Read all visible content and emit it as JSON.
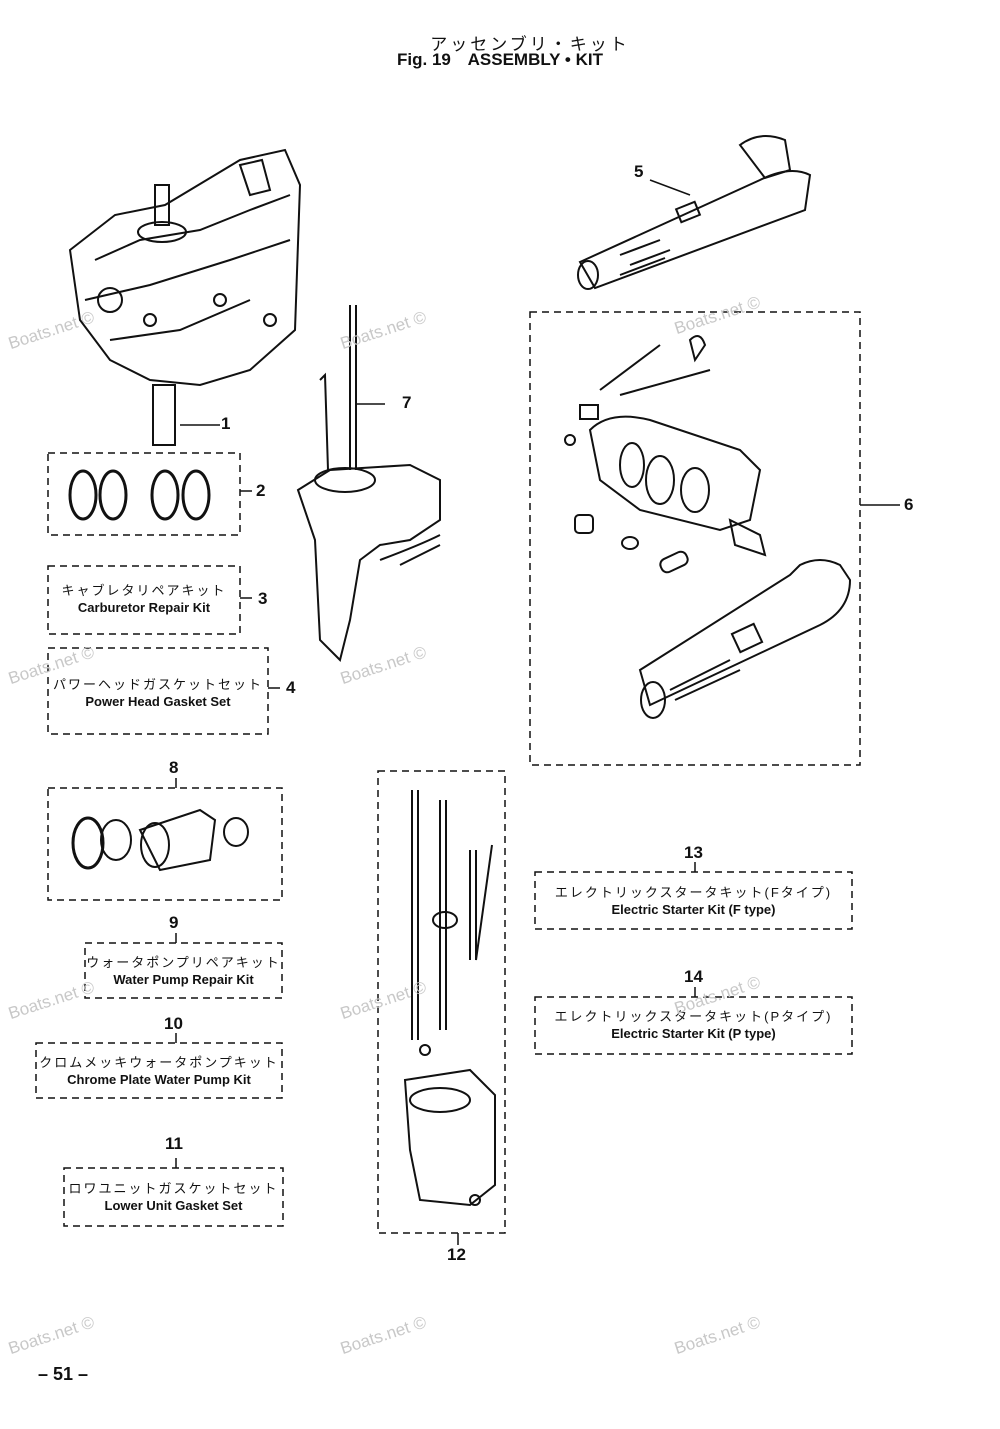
{
  "header": {
    "title_jp": "アッセンブリ・キット",
    "fig_label": "Fig. 19",
    "title_en": "ASSEMBLY • KIT"
  },
  "callouts": [
    "1",
    "2",
    "3",
    "4",
    "5",
    "6",
    "7",
    "8",
    "9",
    "10",
    "11",
    "12",
    "13",
    "14"
  ],
  "kits": {
    "k3": {
      "jp": "キャブレタリペアキット",
      "en": "Carburetor Repair Kit"
    },
    "k4": {
      "jp": "パワーヘッドガスケットセット",
      "en": "Power Head Gasket Set"
    },
    "k9": {
      "jp": "ウォータポンプリペアキット",
      "en": "Water Pump Repair Kit"
    },
    "k10": {
      "jp": "クロムメッキウォータポンプキット",
      "en": "Chrome Plate Water Pump Kit"
    },
    "k11": {
      "jp": "ロワユニットガスケットセット",
      "en": "Lower Unit Gasket Set"
    },
    "k13": {
      "jp": "エレクトリックスタータキット(Fタイプ)",
      "en": "Electric Starter Kit (F type)"
    },
    "k14": {
      "jp": "エレクトリックスタータキット(Pタイプ)",
      "en": "Electric Starter Kit (P type)"
    }
  },
  "watermark": "Boats.net ©",
  "page_number": "– 51 –"
}
